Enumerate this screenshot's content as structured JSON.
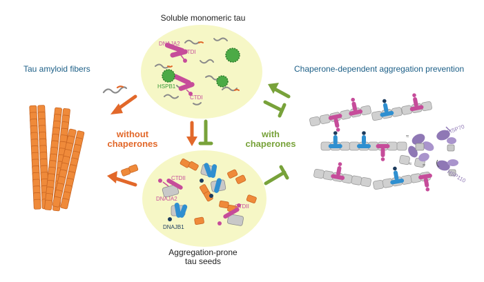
{
  "labels": {
    "soluble_monomeric_tau": "Soluble monomeric tau",
    "tau_amyloid_fibers": "Tau amyloid fibers",
    "chaperone_dependent_prevention": "Chaperone-dependent aggregation prevention",
    "without_chaperones_line1": "without",
    "without_chaperones_line2": "chaperones",
    "with_chaperones_line1": "with",
    "with_chaperones_line2": "chaperones",
    "aggregation_prone_line1": "Aggregation-prone",
    "aggregation_prone_line2": "tau seeds"
  },
  "proteins": {
    "dnaja2_top": "DNAJA2",
    "ctdi_top_1": "CTDI",
    "ctdi_top_2": "CTDI",
    "hspb1": "HSPB1",
    "ctdii_bottom_1": "CTDII",
    "dnaja2_bottom": "DNAJA2",
    "dnajb1": "DNAJB1",
    "ctdii_bottom_2": "CTDII",
    "hsp70": "HSP70",
    "hsp110": "HSP110"
  },
  "colors": {
    "background": "#ffffff",
    "pool": "#f6f7c6",
    "orange_arrow": "#e2682a",
    "green_arrow": "#78a23a",
    "fiber": "#ef8a3a",
    "fiber_stroke": "#c86522",
    "dnaja2": "#c64c9a",
    "dnajb1": "#2f8fd0",
    "hspb1": "#3a9a3a",
    "hsp70": "#8f78b5",
    "tau_segment": "#cfcfcf",
    "tau_line": "#8a8a8a",
    "title_blue": "#1b5e86"
  }
}
